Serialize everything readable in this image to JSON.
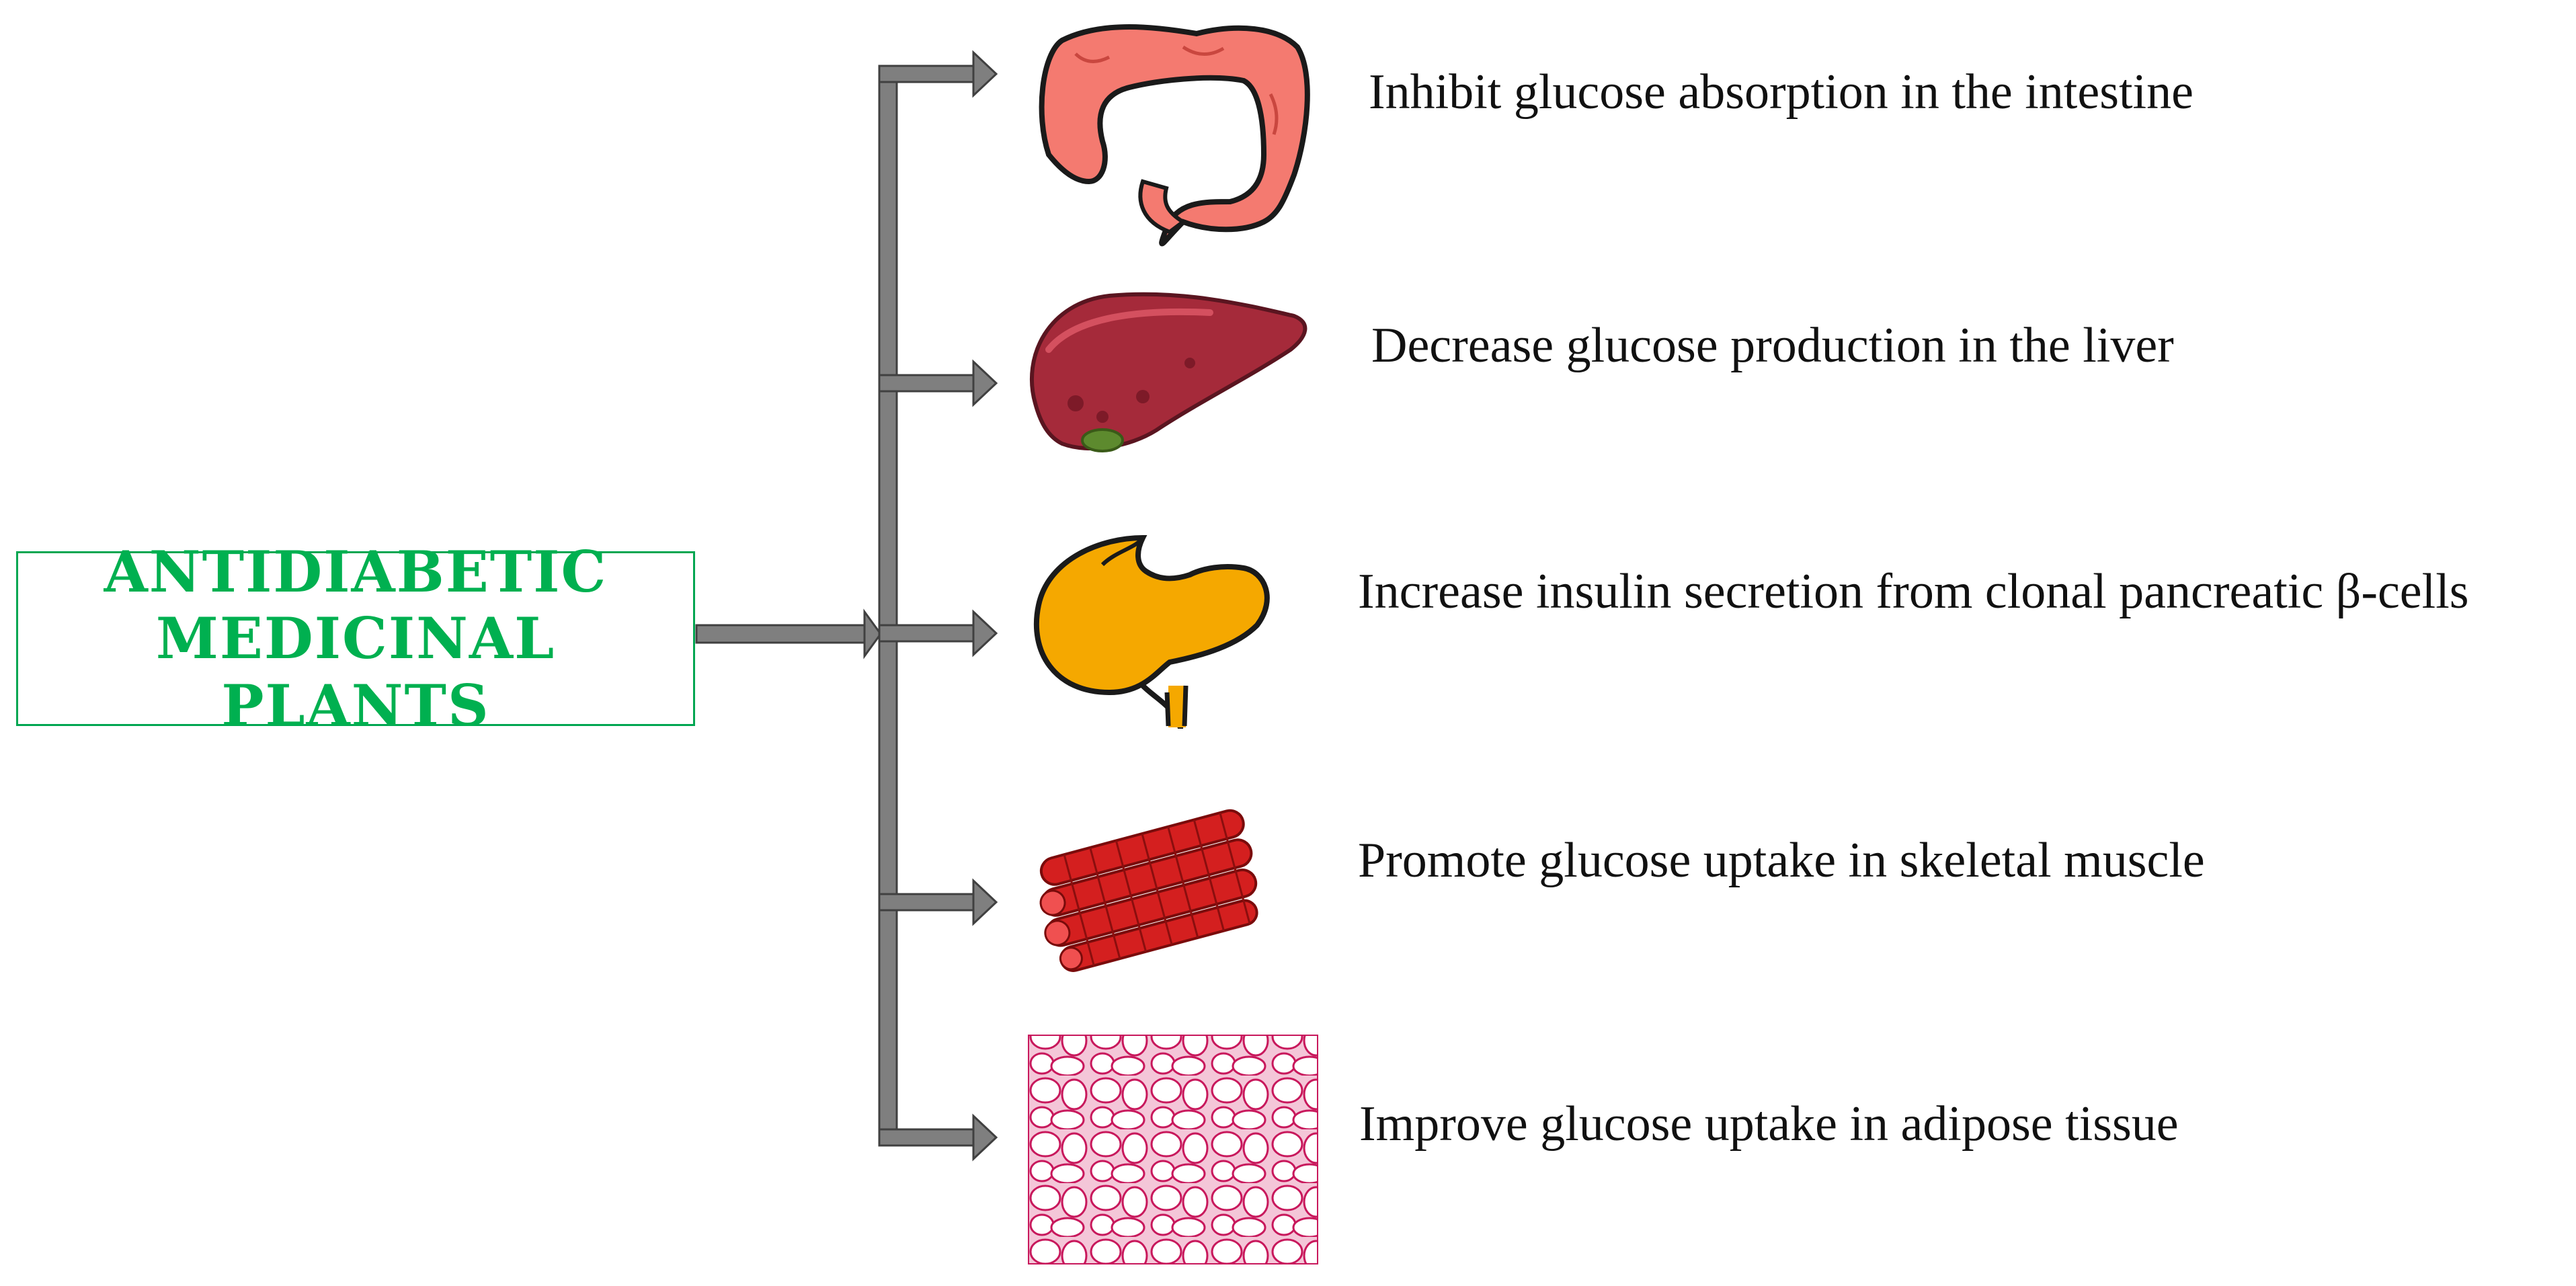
{
  "main_label": {
    "line1": "ANTIDIABETIC",
    "line2": "MEDICINAL PLANTS"
  },
  "effects": [
    {
      "icon": "intestine-icon",
      "text": "Inhibit glucose absorption in the intestine"
    },
    {
      "icon": "liver-icon",
      "text": "Decrease glucose production in the liver"
    },
    {
      "icon": "pancreas-icon",
      "text": "Increase insulin secretion from clonal pancreatic β-cells"
    },
    {
      "icon": "muscle-fiber-icon",
      "text": "Promote glucose uptake in skeletal muscle"
    },
    {
      "icon": "adipose-tissue-icon",
      "text": "Improve glucose uptake in adipose tissue"
    }
  ],
  "colors": {
    "label_green": "#00b050",
    "box_border": "#00a651",
    "arrow_gray": "#7f7f7f",
    "intestine": "#f47a70",
    "liver": "#a52a3a",
    "pancreas": "#f5a800",
    "muscle": "#d41f1f",
    "adipose": "#d6246e"
  }
}
